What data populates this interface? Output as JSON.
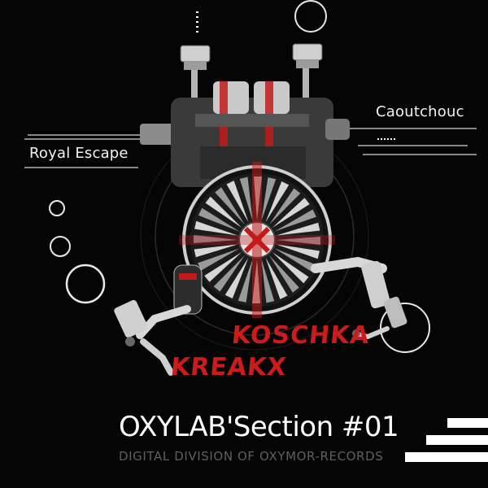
{
  "tracks": {
    "left": "Royal Escape",
    "right": "Caoutchouc"
  },
  "artists": {
    "first": "KOSCHKA",
    "second": "KREAKX"
  },
  "label": {
    "title": "OXYLAB'Section #01",
    "subtitle": "DIGITAL DIVISION OF OXYMOR-RECORDS"
  },
  "colors": {
    "background": "#050505",
    "accent": "#cc1b1b",
    "text": "#f2f2f2",
    "subtitle": "#5f5f5f"
  },
  "icons": [
    "engine-illustration",
    "robot-arm-left",
    "robot-arm-right",
    "turbine-fan",
    "step-bars"
  ]
}
